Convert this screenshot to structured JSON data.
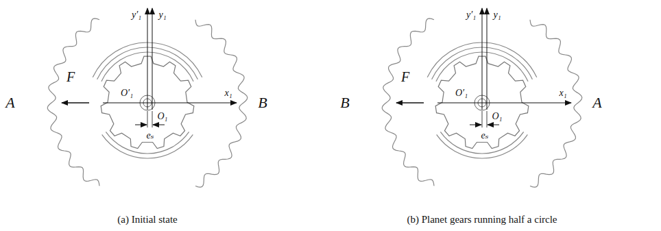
{
  "diagram": {
    "labels": [
      "A",
      "F",
      "B",
      "y′₁",
      "y₁",
      "x₁",
      "O′₁",
      "O₁",
      "eₛ",
      "(a) Initial state",
      "B",
      "F",
      "A",
      "y′₁",
      "y₁",
      "x₁",
      "O′₁",
      "O₁",
      "eₛ",
      "(b) Planet gears running half a circle"
    ]
  }
}
